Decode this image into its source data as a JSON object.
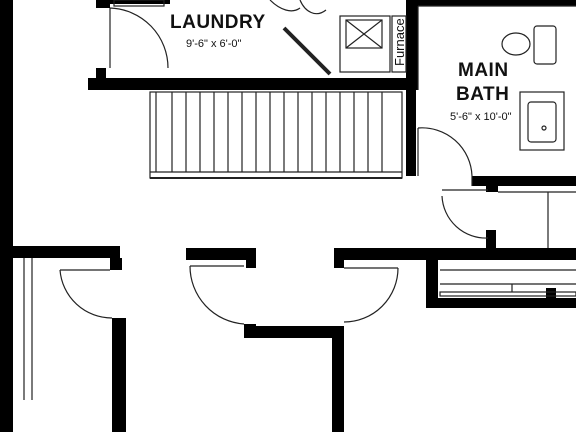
{
  "rooms": {
    "laundry": {
      "name": "LAUNDRY",
      "dimensions": "9'-6\" x 6'-0\""
    },
    "main_bath": {
      "name_line1": "MAIN",
      "name_line2": "BATH",
      "dimensions": "5'-6\" x 10'-0\""
    }
  },
  "fixtures": {
    "furnace": "Furnace"
  },
  "colors": {
    "wall": "#000000",
    "line": "#222222",
    "background": "#ffffff"
  }
}
